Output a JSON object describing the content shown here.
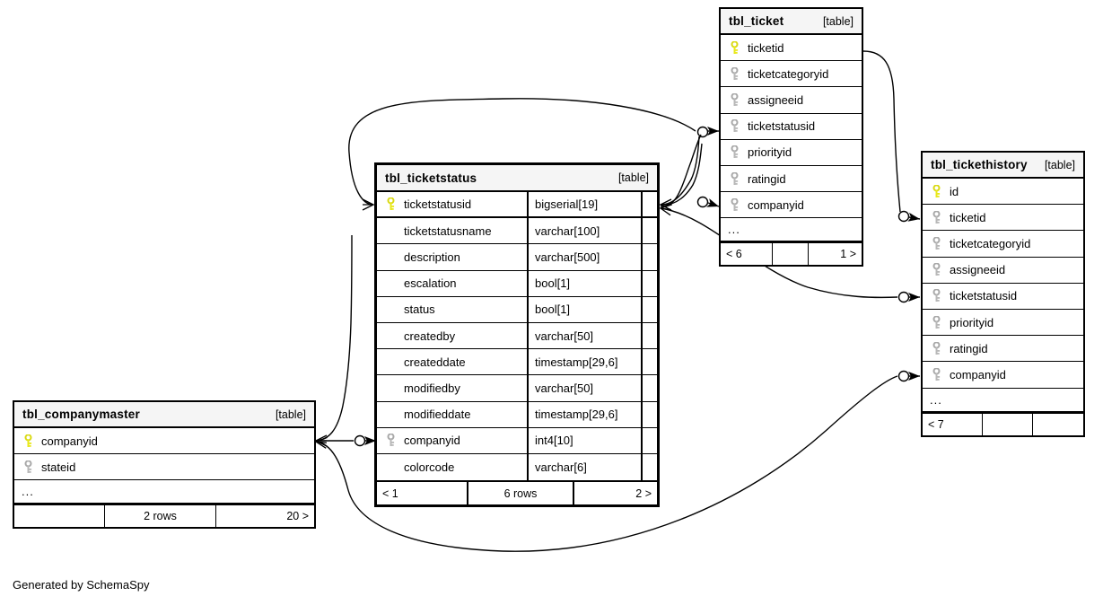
{
  "diagram": {
    "generator_credit": "Generated by SchemaSpy",
    "table_tag": "[table]",
    "ellipsis": "...",
    "colors": {
      "primary_key": "#e8e81c",
      "foreign_key": "#b3b3b3",
      "header_bg": "#f5f5f5",
      "border": "#000000",
      "background": "#ffffff"
    }
  },
  "tables": {
    "ticketstatus": {
      "name": "tbl_ticketstatus",
      "tag": "[table]",
      "columns": [
        {
          "name": "ticketstatusid",
          "type": "bigserial[19]",
          "key": "primary"
        },
        {
          "name": "ticketstatusname",
          "type": "varchar[100]",
          "key": "none"
        },
        {
          "name": "description",
          "type": "varchar[500]",
          "key": "none"
        },
        {
          "name": "escalation",
          "type": "bool[1]",
          "key": "none"
        },
        {
          "name": "status",
          "type": "bool[1]",
          "key": "none"
        },
        {
          "name": "createdby",
          "type": "varchar[50]",
          "key": "none"
        },
        {
          "name": "createddate",
          "type": "timestamp[29,6]",
          "key": "none"
        },
        {
          "name": "modifiedby",
          "type": "varchar[50]",
          "key": "none"
        },
        {
          "name": "modifieddate",
          "type": "timestamp[29,6]",
          "key": "none"
        },
        {
          "name": "companyid",
          "type": "int4[10]",
          "key": "foreign"
        },
        {
          "name": "colorcode",
          "type": "varchar[6]",
          "key": "none"
        }
      ],
      "footer": {
        "left": "< 1",
        "center": "6 rows",
        "right": "2 >"
      }
    },
    "ticket": {
      "name": "tbl_ticket",
      "tag": "[table]",
      "columns": [
        {
          "name": "ticketid",
          "type": "",
          "key": "primary"
        },
        {
          "name": "ticketcategoryid",
          "type": "",
          "key": "foreign"
        },
        {
          "name": "assigneeid",
          "type": "",
          "key": "foreign"
        },
        {
          "name": "ticketstatusid",
          "type": "",
          "key": "foreign"
        },
        {
          "name": "priorityid",
          "type": "",
          "key": "foreign"
        },
        {
          "name": "ratingid",
          "type": "",
          "key": "foreign"
        },
        {
          "name": "companyid",
          "type": "",
          "key": "foreign"
        }
      ],
      "footer": {
        "left": "< 6",
        "center": "",
        "right": "1 >"
      }
    },
    "tickethistory": {
      "name": "tbl_tickethistory",
      "tag": "[table]",
      "columns": [
        {
          "name": "id",
          "type": "",
          "key": "primary"
        },
        {
          "name": "ticketid",
          "type": "",
          "key": "foreign"
        },
        {
          "name": "ticketcategoryid",
          "type": "",
          "key": "foreign"
        },
        {
          "name": "assigneeid",
          "type": "",
          "key": "foreign"
        },
        {
          "name": "ticketstatusid",
          "type": "",
          "key": "foreign"
        },
        {
          "name": "priorityid",
          "type": "",
          "key": "foreign"
        },
        {
          "name": "ratingid",
          "type": "",
          "key": "foreign"
        },
        {
          "name": "companyid",
          "type": "",
          "key": "foreign"
        }
      ],
      "footer": {
        "left": "< 7",
        "center": "",
        "right": ""
      }
    },
    "companymaster": {
      "name": "tbl_companymaster",
      "tag": "[table]",
      "columns": [
        {
          "name": "companyid",
          "type": "",
          "key": "primary"
        },
        {
          "name": "stateid",
          "type": "",
          "key": "foreign"
        }
      ],
      "footer": {
        "left": "",
        "center": "2 rows",
        "right": "20 >"
      }
    }
  },
  "relationships": [
    {
      "from": "tbl_ticketstatus.ticketstatusid",
      "to": "tbl_ticket.ticketstatusid"
    },
    {
      "from": "tbl_ticketstatus.ticketstatusid",
      "to": "tbl_ticket.companyid"
    },
    {
      "from": "tbl_ticketstatus.ticketstatusid",
      "to": "tbl_tickethistory.ticketstatusid"
    },
    {
      "from": "tbl_ticket.ticketid",
      "to": "tbl_tickethistory.ticketid"
    },
    {
      "from": "tbl_companymaster.companyid",
      "to": "tbl_ticketstatus.companyid"
    },
    {
      "from": "tbl_companymaster.companyid",
      "to": "tbl_tickethistory.companyid"
    }
  ]
}
